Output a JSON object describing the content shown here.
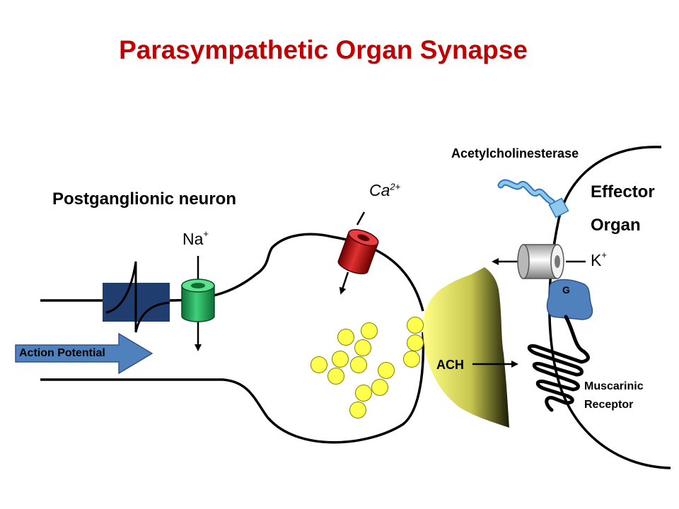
{
  "title": "Parasympathetic Organ Synapse",
  "labels": {
    "postganglionic_neuron": "Postganglionic neuron",
    "acetylcholinesterase": "Acetylcholinesterase",
    "effector_line1": "Effector",
    "effector_line2": "Organ",
    "ach": "ACH",
    "muscarinic_line1": "Muscarinic",
    "muscarinic_line2": "Receptor",
    "action_potential": "Action Potential",
    "g_protein": "G"
  },
  "ions": {
    "na": {
      "symbol": "Na",
      "charge": "+"
    },
    "ca": {
      "symbol": "Ca",
      "charge": "2+"
    },
    "k": {
      "symbol": "K",
      "charge": "+"
    }
  },
  "colors": {
    "title": "#c00000",
    "action_potential_arrow": "#4f81bd",
    "depolarization_block": "#1f3d6e",
    "na_channel": "#22a05a",
    "ca_channel": "#c00000",
    "vesicle": "#ffff4d",
    "ach_cloud": "#e6e67a",
    "g_protein": "#4f81bd",
    "acetylcholinesterase": "#8ec8ee"
  },
  "icons": [
    "sodium-channel-icon",
    "calcium-channel-icon",
    "potassium-channel-icon",
    "acetylcholinesterase-icon",
    "g-protein-icon",
    "muscarinic-receptor-icon"
  ]
}
